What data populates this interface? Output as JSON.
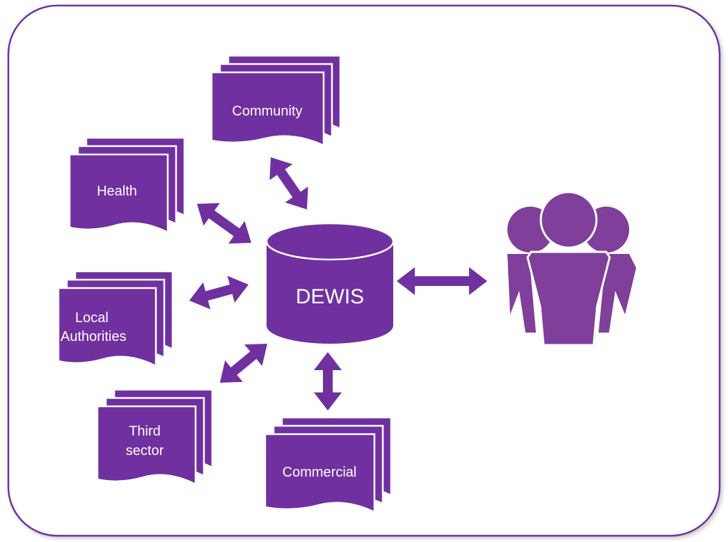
{
  "diagram": {
    "hub_label": "DEWIS",
    "sources": [
      {
        "id": "community",
        "label_lines": [
          "Community"
        ]
      },
      {
        "id": "health",
        "label_lines": [
          "Health"
        ]
      },
      {
        "id": "local-authorities",
        "label_lines": [
          "Local",
          "Authorities"
        ]
      },
      {
        "id": "third-sector",
        "label_lines": [
          "Third",
          "sector"
        ]
      },
      {
        "id": "commercial",
        "label_lines": [
          "Commercial"
        ]
      }
    ],
    "users_icon": "people-group-icon",
    "colors": {
      "primary": "#7030a0",
      "users": "#7f3f9a",
      "frame_border": "#7030a0",
      "text": "#ffffff"
    }
  }
}
